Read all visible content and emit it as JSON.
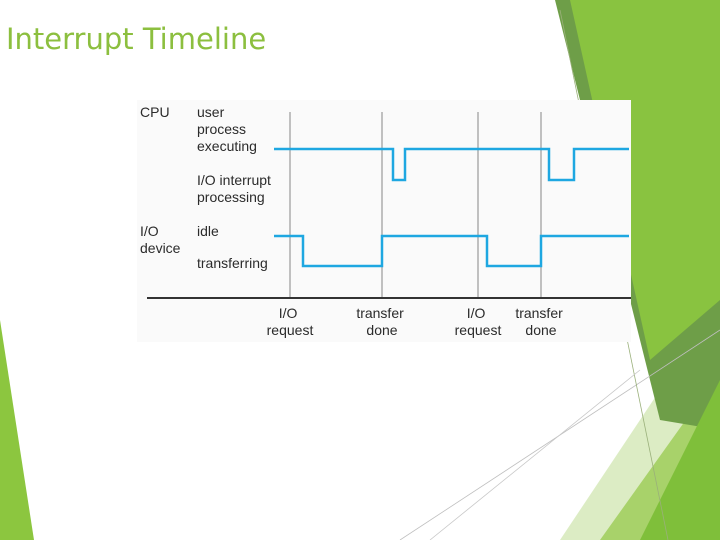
{
  "slide": {
    "title": "Interrupt Timeline"
  },
  "colors": {
    "accent": "#8cbf3f",
    "trace": "#1ea7e1",
    "axis": "#333333",
    "divider": "#999999"
  },
  "diagram": {
    "rows": {
      "cpu": {
        "label": "CPU",
        "upper_state": [
          "user",
          "process",
          "executing"
        ],
        "lower_state": [
          "I/O interrupt",
          "processing"
        ]
      },
      "io": {
        "label": [
          "I/O",
          "device"
        ],
        "upper_state": "idle",
        "lower_state": "transferring"
      }
    },
    "events": [
      {
        "lines": [
          "I/O",
          "request"
        ]
      },
      {
        "lines": [
          "transfer",
          "done"
        ]
      },
      {
        "lines": [
          "I/O",
          "request"
        ]
      },
      {
        "lines": [
          "transfer",
          "done"
        ]
      }
    ]
  }
}
